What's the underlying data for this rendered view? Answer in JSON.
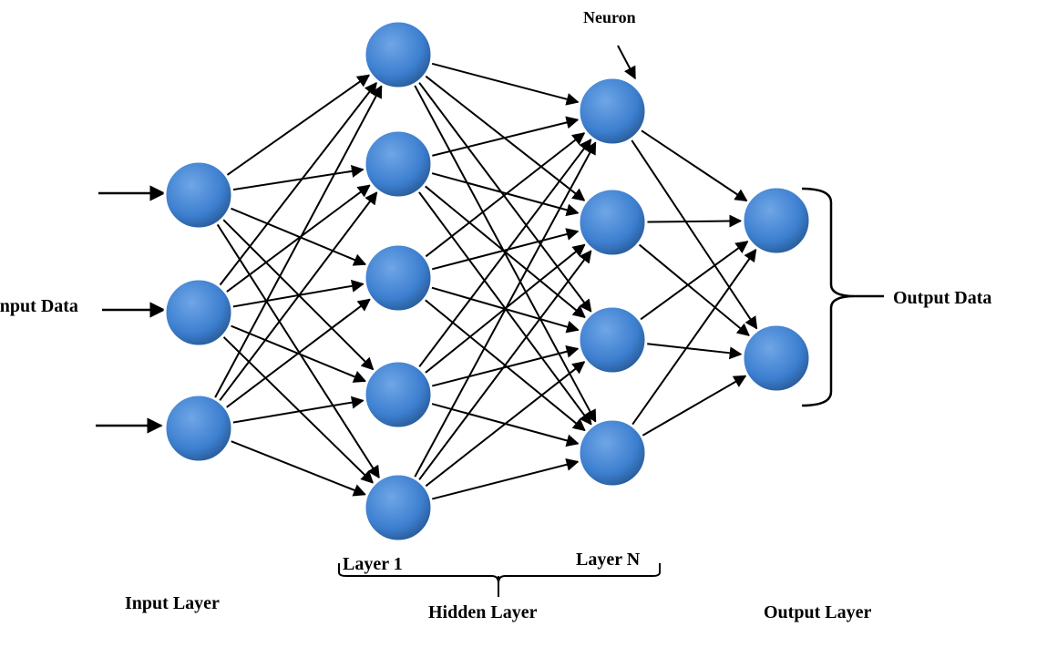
{
  "labels": {
    "neuron": "Neuron",
    "input_data": "Input Data",
    "output_data": "Output Data",
    "layer_1": "Layer 1",
    "layer_n": "Layer N",
    "input_layer": "Input Layer",
    "hidden_layer": "Hidden Layer",
    "output_layer": "Output Layer"
  },
  "network": {
    "layer_sizes": [
      3,
      5,
      4,
      2
    ]
  },
  "colors": {
    "node_fill": "#3d7fd0",
    "node_highlight": "#6fa6e6",
    "node_shadow": "#2a5f9e",
    "line": "#000000"
  }
}
